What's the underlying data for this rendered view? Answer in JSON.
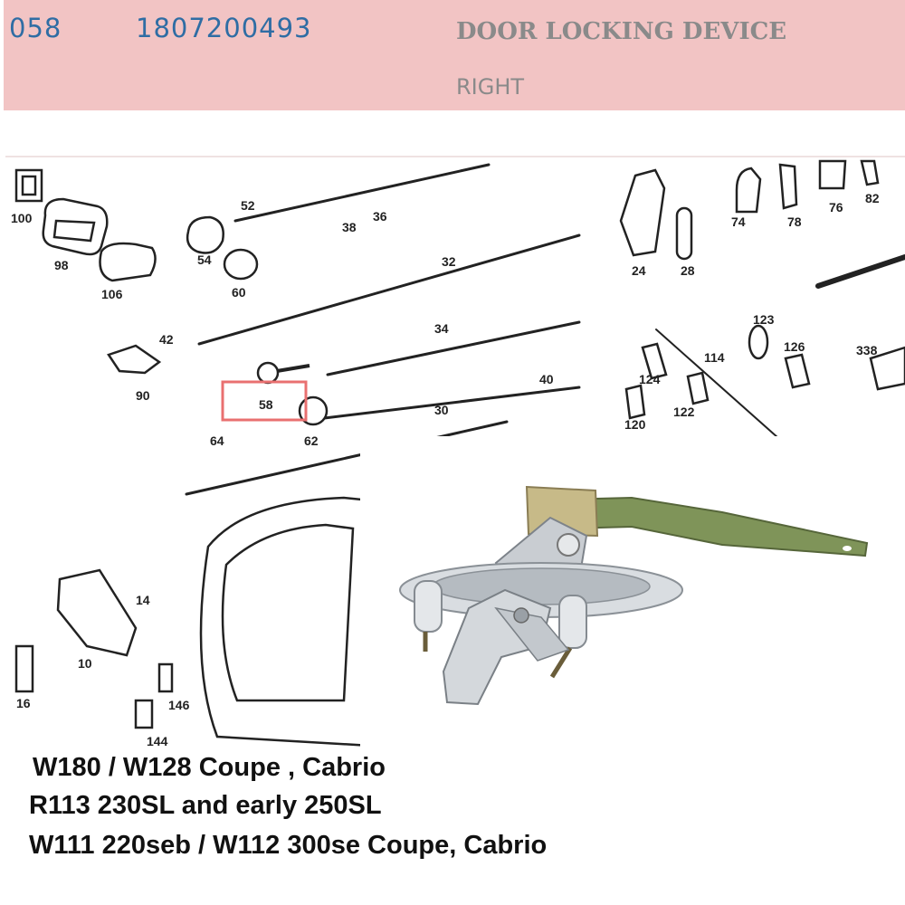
{
  "header": {
    "position_number": "058",
    "part_number": "1807200493",
    "description": "DOOR LOCKING DEVICE",
    "side": "RIGHT"
  },
  "diagram": {
    "callouts": [
      "100",
      "98",
      "106",
      "52",
      "54",
      "60",
      "38",
      "36",
      "32",
      "42",
      "90",
      "58",
      "64",
      "62",
      "34",
      "30",
      "40",
      "24",
      "28",
      "74",
      "78",
      "76",
      "82",
      "123",
      "338",
      "126",
      "114",
      "124",
      "122",
      "120",
      "14",
      "10",
      "16",
      "146",
      "144"
    ],
    "highlighted_callout": "58",
    "highlight_color": "#e97070"
  },
  "photo": {
    "subject": "door-locking-device-photo"
  },
  "caption": {
    "lines": [
      "W180 / W128 Coupe , Cabrio",
      "R113 230SL and early 250SL",
      "W111 220seb / W112 300se Coupe, Cabrio"
    ]
  }
}
